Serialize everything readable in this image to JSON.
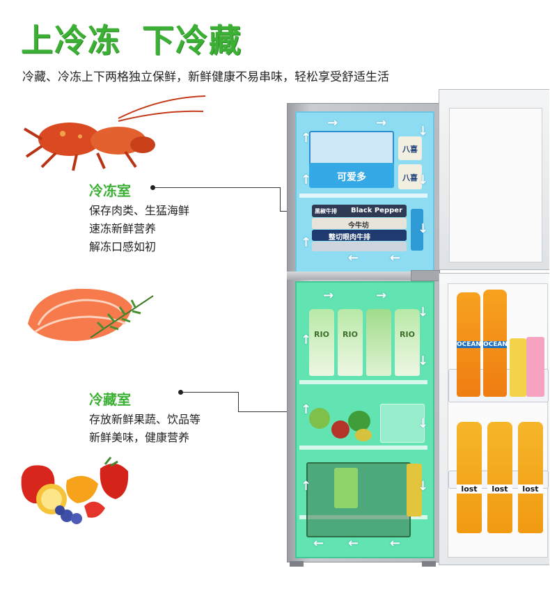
{
  "headline": {
    "part1": "上冷冻",
    "part2": "下冷藏"
  },
  "subtitle": "冷藏、冷冻上下两格独立保鲜，新鲜健康不易串味，轻松享受舒适生活",
  "freezer_section": {
    "title": "冷冻室",
    "lines": [
      "保存肉类、生猛海鲜",
      "速冻新鲜营养",
      "解冻口感如初"
    ]
  },
  "fridge_section": {
    "title": "冷藏室",
    "lines": [
      "存放新鲜果蔬、饮品等",
      "新鲜美味，健康营养"
    ]
  },
  "product_labels": {
    "ice_cream_tub": "可爱多",
    "tub_small_1": "八喜",
    "tub_small_2": "八喜",
    "steak_box_1": "Black Pepper",
    "steak_box_1_cn": "黑椒牛排",
    "steak_box_2": "今牛坊",
    "steak_box_3": "整切眼肉牛排",
    "can_1": "RIO",
    "can_2": "RIO",
    "can_4": "RIO",
    "orange_bottle": "OCEAN",
    "lost_bottle": "lost"
  },
  "icons": {
    "up": "up-arrow-icon",
    "down": "down-arrow-icon",
    "left": "left-arrow-icon",
    "right": "right-arrow-icon"
  },
  "colors": {
    "brand_green": "#3cb034",
    "freezer_blue": "#8ddcf2",
    "fridge_green": "#62e3b2"
  }
}
